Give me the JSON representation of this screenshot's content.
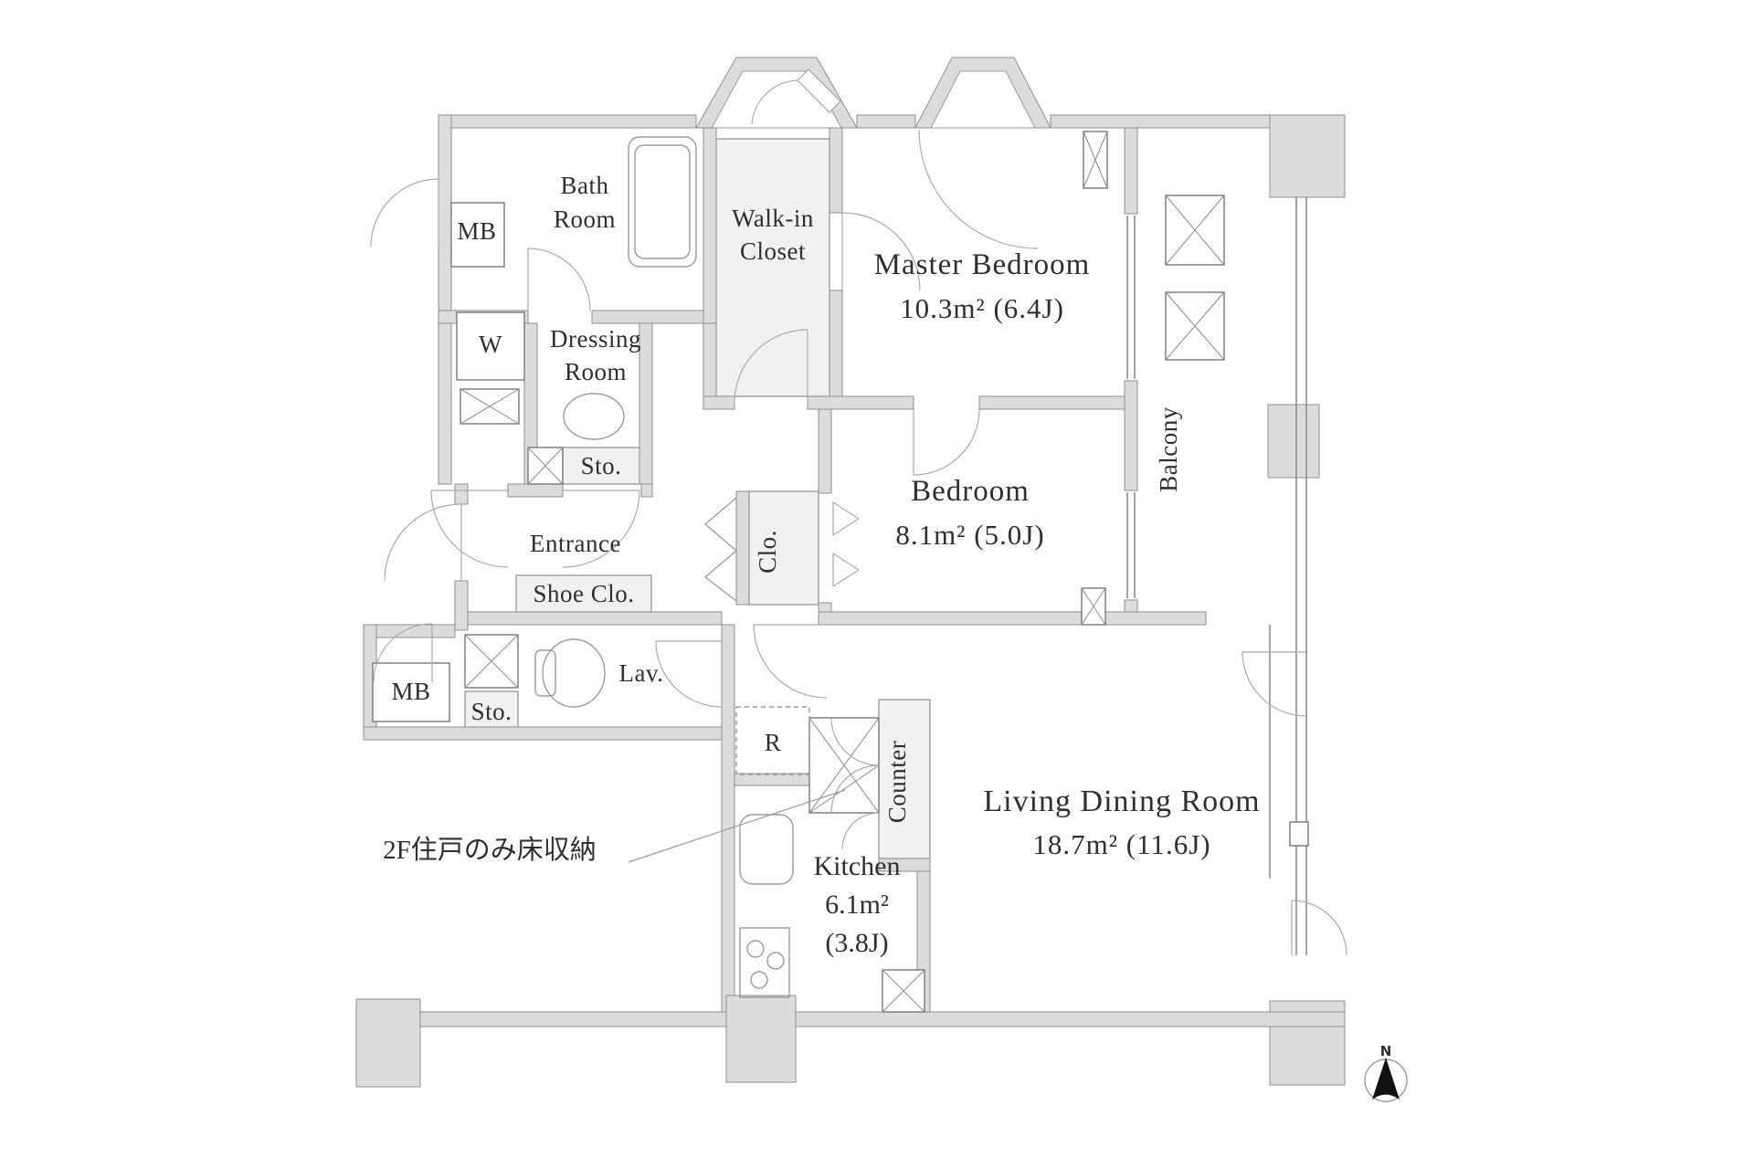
{
  "page": {
    "background": "#ffffff"
  },
  "colors": {
    "wall_fill": "#dcdcdc",
    "wall_stroke": "#8e8e8e",
    "closet_fill": "#f1f1f1",
    "fixture_stroke": "#9b9b9b",
    "text": "#2f2f2f",
    "compass": "#111111"
  },
  "rooms": {
    "master_bedroom": {
      "name": "Master Bedroom",
      "area": "10.3m² (6.4J)"
    },
    "bedroom": {
      "name": "Bedroom",
      "area": "8.1m² (5.0J)"
    },
    "living_dining": {
      "name": "Living Dining Room",
      "area": "18.7m² (11.6J)"
    },
    "kitchen": {
      "name": "Kitchen",
      "area": "6.1m²",
      "tatami": "(3.8J)"
    },
    "bath": {
      "line1": "Bath",
      "line2": "Room"
    },
    "walk_in_closet": {
      "line1": "Walk-in",
      "line2": "Closet"
    },
    "dressing_room": {
      "line1": "Dressing",
      "line2": "Room"
    },
    "entrance": {
      "name": "Entrance"
    },
    "shoe_closet": {
      "name": "Shoe Clo."
    },
    "lavatory": {
      "name": "Lav."
    },
    "balcony": {
      "name": "Balcony"
    },
    "closet": {
      "name": "Clo."
    },
    "storage_hall": {
      "name": "Sto."
    },
    "storage_lower": {
      "name": "Sto."
    },
    "meter_box_top": {
      "name": "MB"
    },
    "meter_box_bottom": {
      "name": "MB"
    },
    "washing_machine": {
      "name": "W"
    },
    "refrigerator": {
      "name": "R"
    },
    "counter": {
      "name": "Counter"
    }
  },
  "annotations": {
    "floor_storage_note": "2F住戸のみ床収納",
    "compass_north": "N"
  }
}
